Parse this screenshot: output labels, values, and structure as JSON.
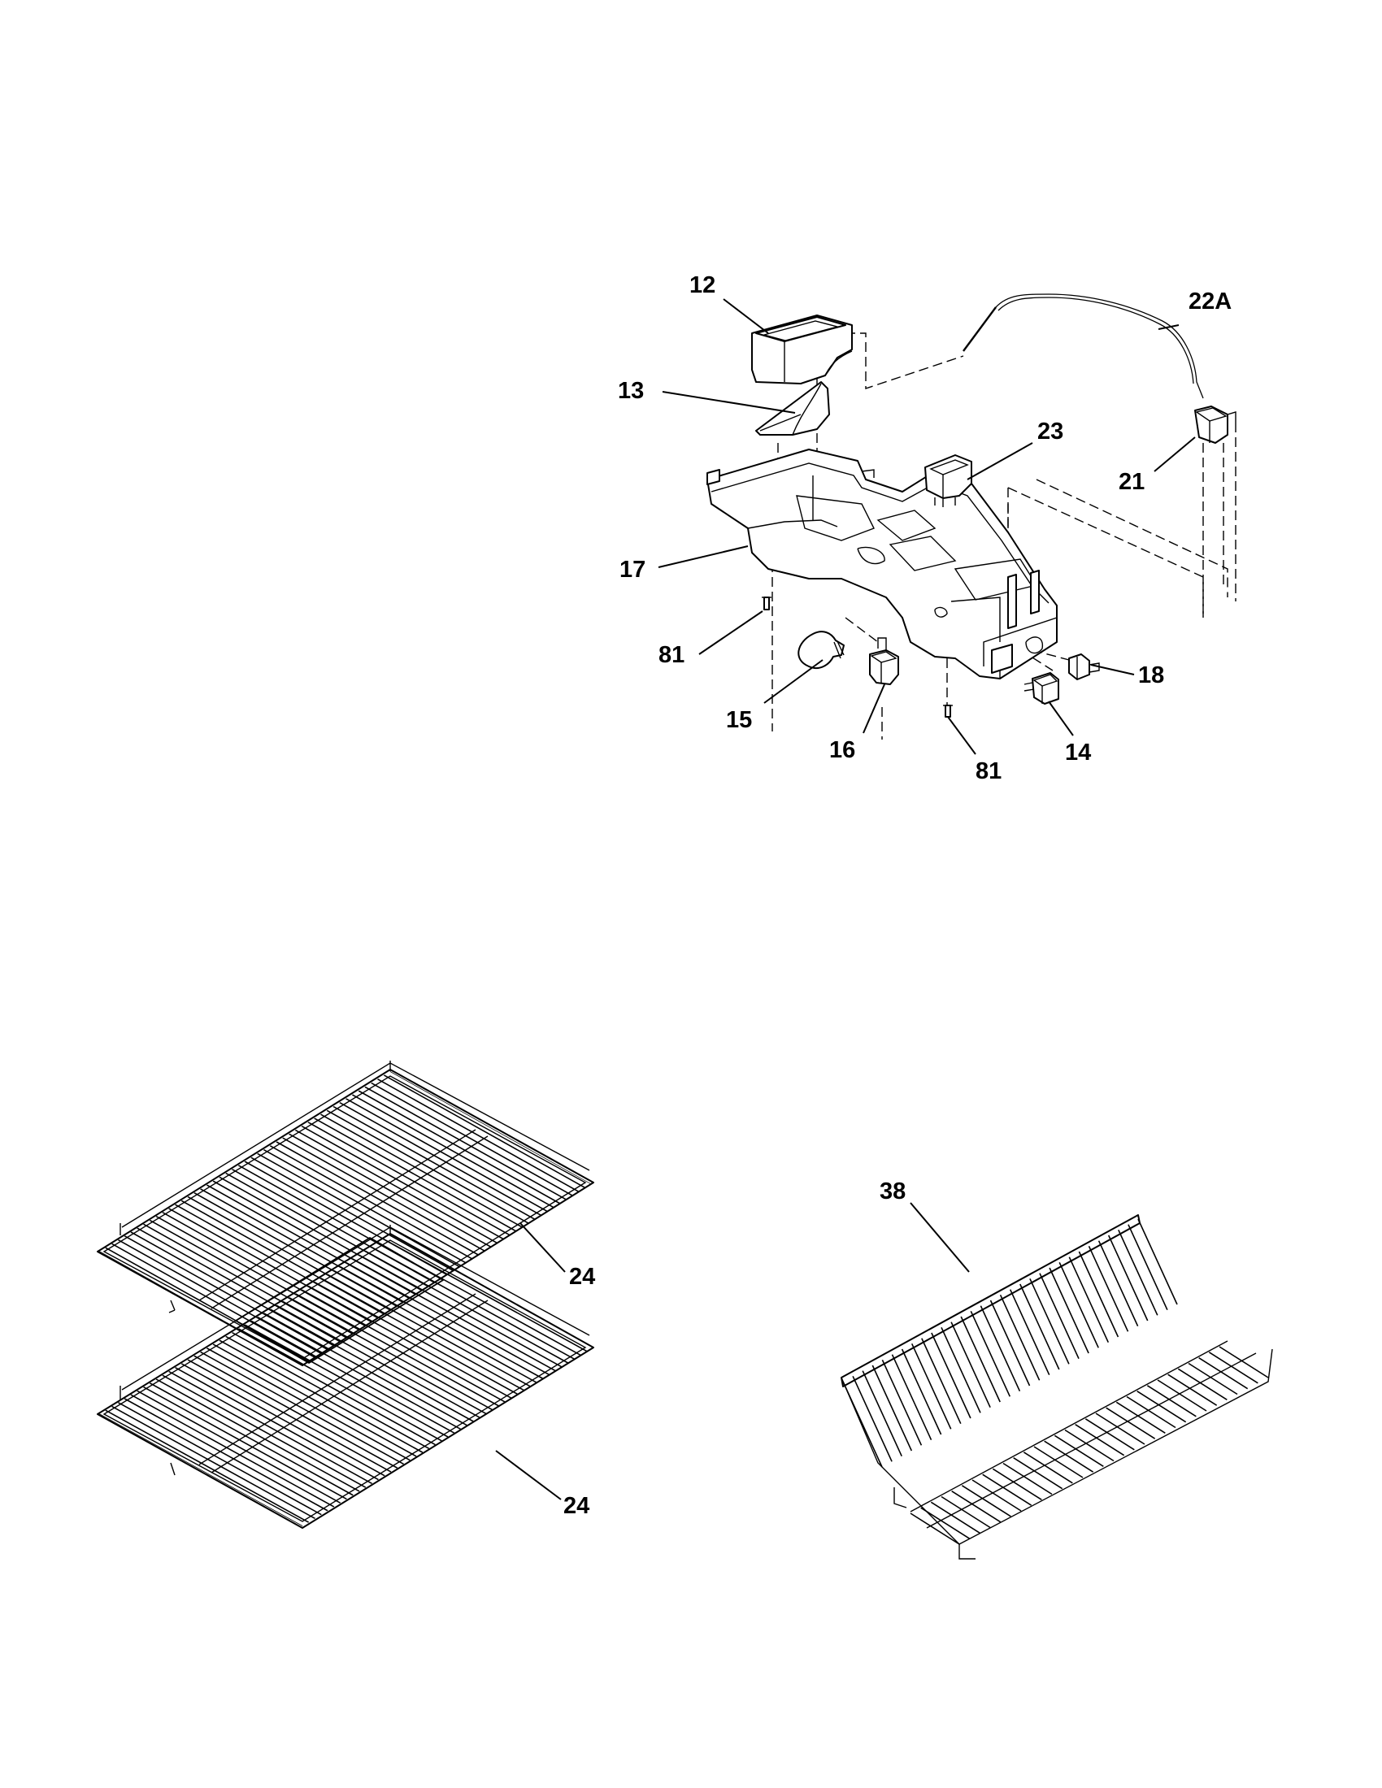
{
  "callouts": {
    "p12": "12",
    "p13": "13",
    "p22a": "22A",
    "p23": "23",
    "p21": "21",
    "p17": "17",
    "p81a": "81",
    "p18": "18",
    "p15": "15",
    "p16": "16",
    "p14": "14",
    "p81b": "81",
    "p24a": "24",
    "p24b": "24",
    "p38": "38"
  }
}
